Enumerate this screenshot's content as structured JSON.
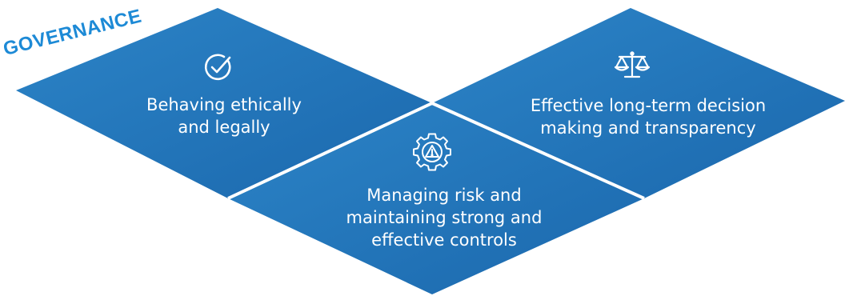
{
  "governance": {
    "label": "GOVERNANCE"
  },
  "panels": {
    "ethics": {
      "text": "Behaving ethically\nand legally",
      "icon": "check-circle-icon"
    },
    "decision": {
      "text": "Effective long-term decision\nmaking and transparency",
      "icon": "scales-icon"
    },
    "risk": {
      "text": "Managing risk and\nmaintaining strong and\neffective controls",
      "icon": "gear-warning-icon"
    }
  },
  "colors": {
    "panel": "#1f6fb4",
    "panel_light": "#2c84c7",
    "label": "#1d8ad6",
    "divider": "#ffffff"
  }
}
